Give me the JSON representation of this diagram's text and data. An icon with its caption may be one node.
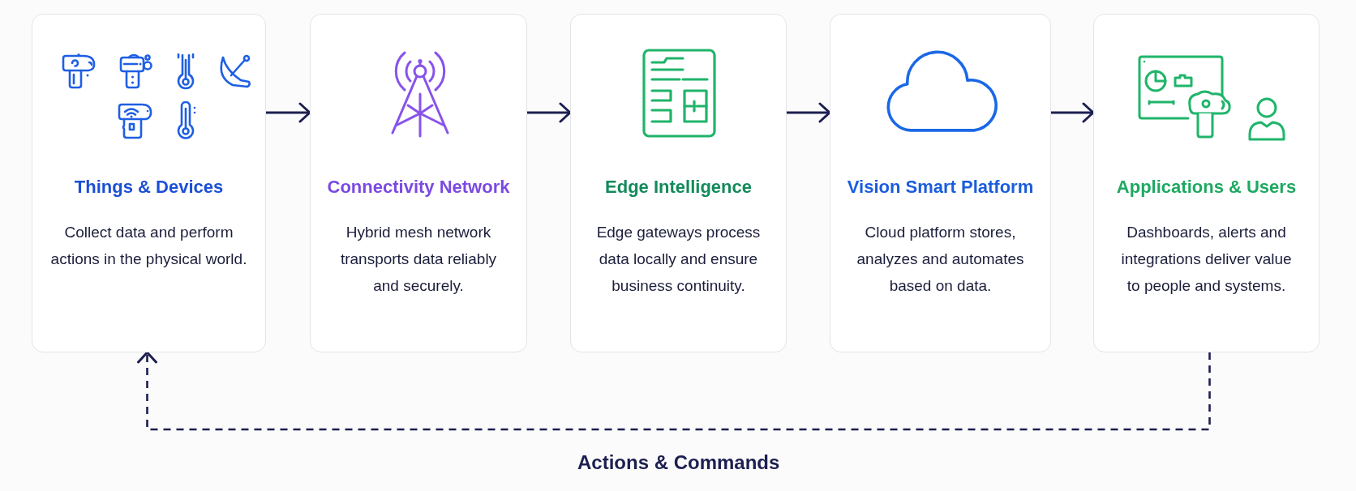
{
  "diagram": {
    "nodes": [
      {
        "text": [
          "Things & Devices",
          "Collect data and perform actions in the physical world."
        ]
      },
      {
        "text": [
          "Connectivity Network",
          "Hybrid mesh network transports data reliably and securely."
        ]
      },
      {
        "text": [
          "Edge Intelligence",
          "Edge gateways process data locally and ensure business continuity."
        ]
      },
      {
        "text": [
          "Vision Smart Platform",
          "Cloud platform stores, analyzes and automates based on data."
        ]
      },
      {
        "text": [
          "Applications & Users",
          "Dashboards, alerts and integrations deliver value to people and systems."
        ]
      }
    ],
    "edges": [
      {
        "from": 0,
        "to": 1,
        "arrow": "to"
      },
      {
        "from": 1,
        "to": 2,
        "arrow": "to"
      },
      {
        "from": 2,
        "to": 3,
        "arrow": "to"
      },
      {
        "from": 3,
        "to": 4,
        "arrow": "to"
      },
      {
        "from": 4,
        "to": 0,
        "arrow": "to",
        "label": "Actions & Commands",
        "style": "dashed"
      }
    ]
  }
}
